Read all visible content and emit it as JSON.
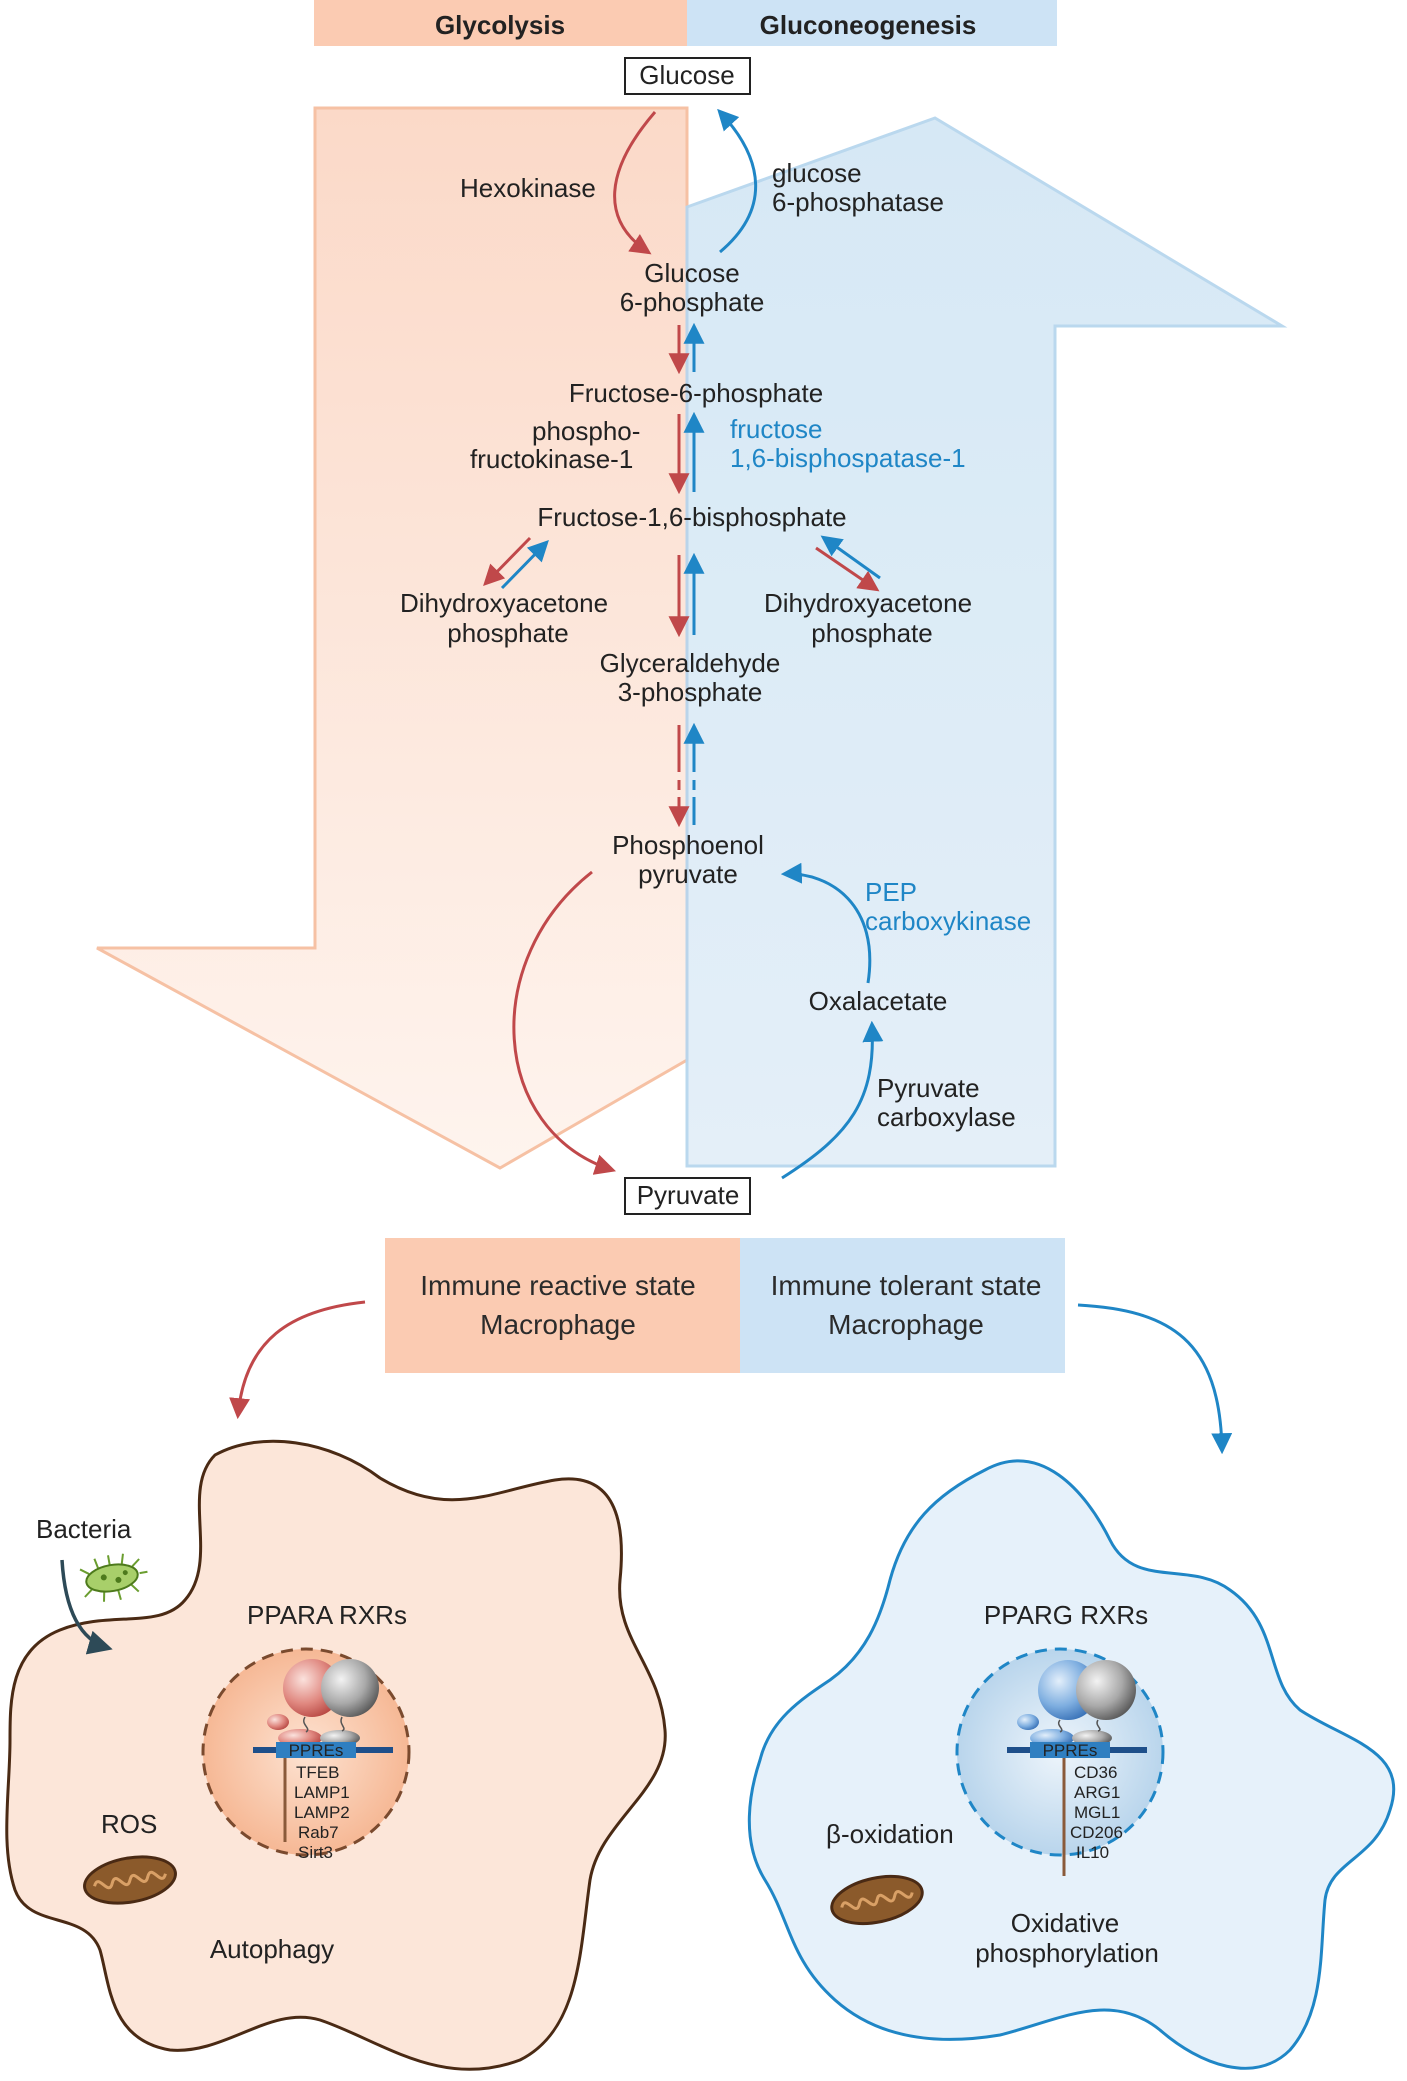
{
  "header": {
    "glycolysis": "Glycolysis",
    "gluconeogenesis": "Gluconeogenesis"
  },
  "metabolites": {
    "glucose": "Glucose",
    "g6p_1": "Glucose",
    "g6p_2": "6-phosphate",
    "f6p": "Fructose-6-phosphate",
    "f16bp": "Fructose-1,6-bisphosphate",
    "dhap_left_1": "Dihydroxyacetone",
    "dhap_left_2": "phosphate",
    "dhap_right_1": "Dihydroxyacetone",
    "dhap_right_2": "phosphate",
    "g3p_1": "Glyceraldehyde",
    "g3p_2": "3-phosphate",
    "pep_1": "Phosphoenol",
    "pep_2": "pyruvate",
    "oxalacetate": "Oxalacetate",
    "pyruvate": "Pyruvate"
  },
  "enzymes": {
    "hexokinase": "Hexokinase",
    "g6pase_1": "glucose",
    "g6pase_2": "6-phosphatase",
    "pfk_1": "phospho-",
    "pfk_2": "fructokinase-1",
    "fbpase_1": "fructose",
    "fbpase_2": "1,6-bisphospatase-1",
    "pepck_1": "PEP",
    "pepck_2": "carboxykinase",
    "pc_1": "Pyruvate",
    "pc_2": "carboxylase"
  },
  "states": {
    "reactive_1": "Immune reactive state",
    "reactive_2": "Macrophage",
    "tolerant_1": "Immune tolerant state",
    "tolerant_2": "Macrophage"
  },
  "left_cell": {
    "bacteria": "Bacteria",
    "receptor": "PPARA RXRs",
    "ppres": "PPREs",
    "genes": [
      "TFEB",
      "LAMP1",
      "LAMP2",
      "Rab7",
      "Sirt3"
    ],
    "ros": "ROS",
    "autophagy": "Autophagy"
  },
  "right_cell": {
    "receptor": "PPARG RXRs",
    "ppres": "PPREs",
    "genes": [
      "CD36",
      "ARG1",
      "MGL1",
      "CD206",
      "IL10"
    ],
    "beta_ox": "β-oxidation",
    "oxphos_1": "Oxidative",
    "oxphos_2": "phosphorylation"
  },
  "colors": {
    "glycolysis_fill": "#fbd3bf",
    "gluconeogenesis_fill": "#cfe4f4",
    "red_arrow": "#c0484a",
    "blue_arrow": "#1f86c6",
    "left_cell_outline": "#4a2a14",
    "right_cell_outline": "#1f86c6"
  }
}
